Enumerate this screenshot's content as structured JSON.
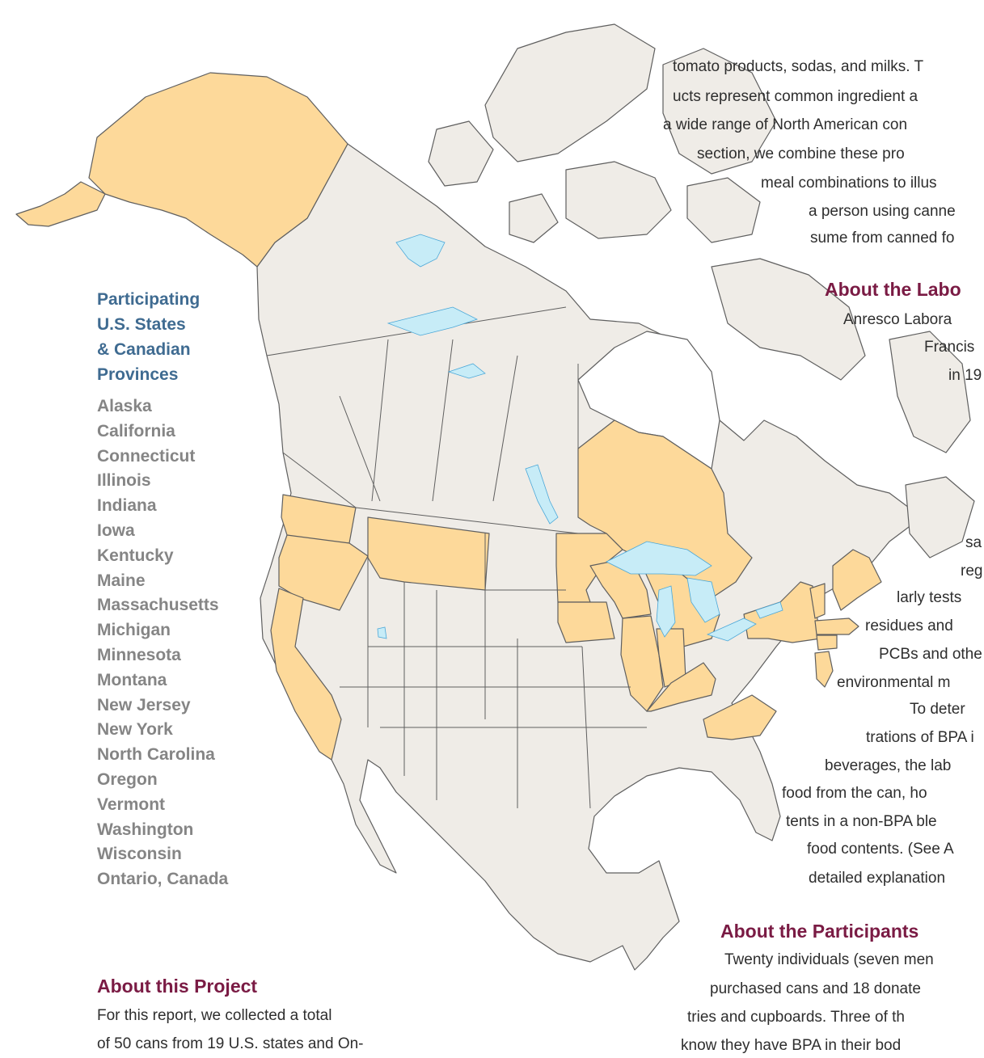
{
  "colors": {
    "participating": "#fdd99a",
    "non_participating": "#efece7",
    "water": "#c7ecf7",
    "border": "#5f5f5f",
    "legend_title": "#3f6b91",
    "legend_item": "#858585",
    "heading": "#7a1b44",
    "body_text": "#2e2e2e"
  },
  "legend": {
    "title_lines": [
      "Participating",
      "U.S. States",
      "& Canadian",
      "Provinces"
    ],
    "items": [
      "Alaska",
      "California",
      "Connecticut",
      "Illinois",
      "Indiana",
      "Iowa",
      "Kentucky",
      "Maine",
      "Massachusetts",
      "Michigan",
      "Minnesota",
      "Montana",
      "New Jersey",
      "New York",
      "North Carolina",
      "Oregon",
      "Vermont",
      "Washington",
      "Wisconsin",
      "Ontario, Canada"
    ]
  },
  "intro_text": [
    "tomato products, sodas, and milks. T",
    "ucts represent common ingredient a",
    "a wide range of North American con",
    "section, we combine these pro",
    "meal combinations to illus",
    "a person using canne",
    "sume from canned fo"
  ],
  "laboratory": {
    "heading": "About the Labo",
    "lines": [
      "Anresco Labora",
      "Francis",
      "in 19",
      "sa",
      "reg",
      "larly tests",
      "residues and",
      "PCBs and othe",
      "environmental m",
      "To deter",
      "trations of BPA i",
      "beverages, the lab",
      "food from the can, ho",
      "tents in a non-BPA ble",
      "food contents. (See A",
      "detailed explanation"
    ]
  },
  "participants": {
    "heading": "About the Participants",
    "lines": [
      "Twenty individuals (seven men",
      "purchased cans and 18 donate",
      "tries and cupboards. Three of th",
      "know they have BPA  in their bod"
    ]
  },
  "project": {
    "heading": "About this Project",
    "lines": [
      "For this report, we collected a total",
      "of 50 cans from 19 U.S. states and On-"
    ]
  }
}
